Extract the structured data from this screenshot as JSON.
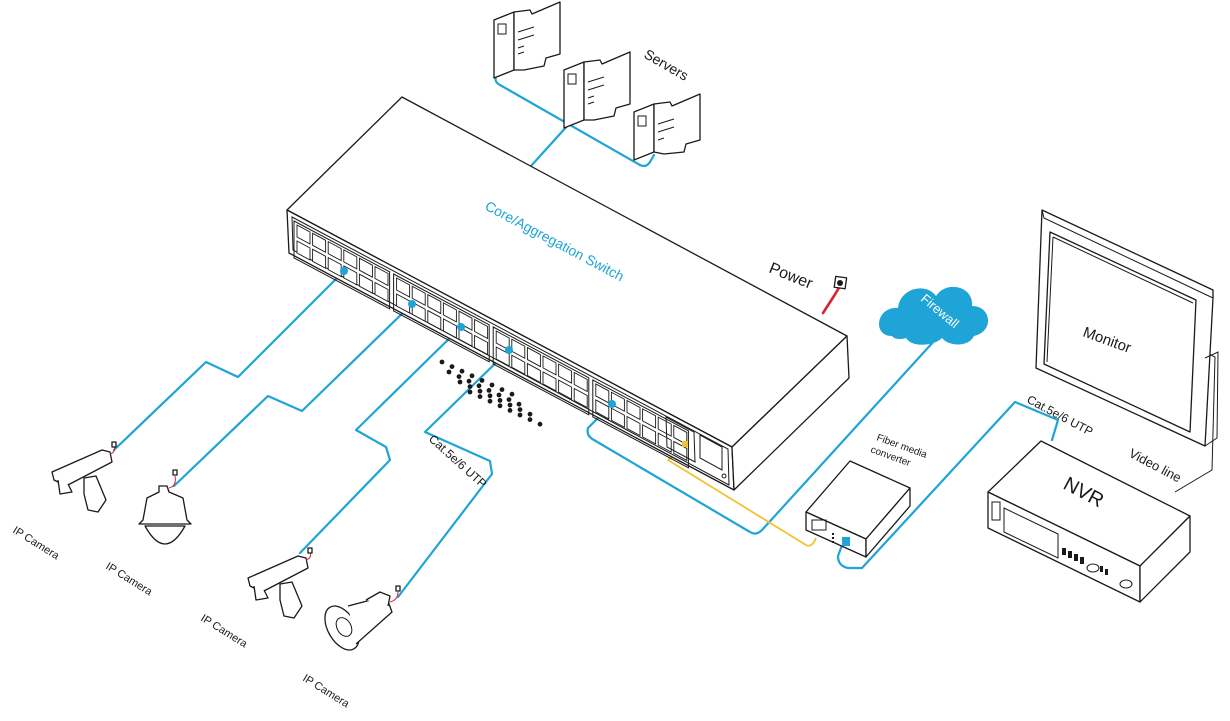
{
  "diagram": {
    "title": "Core/Aggregation Switch network topology",
    "colors": {
      "ethernet_cable": "#1ea4d6",
      "fiber_cable": "#f2c230",
      "power_cable": "#d8232a",
      "firewall_fill": "#1ea4d6",
      "outline": "#1a1a1a",
      "background": "#ffffff"
    },
    "nodes": {
      "switch": {
        "label": "Core/Aggregation Switch",
        "port_count_rj45": 48,
        "sfp_ports": 2
      },
      "servers": {
        "label": "Servers",
        "count": 3
      },
      "power": {
        "label": "Power"
      },
      "firewall": {
        "label": "Firewall"
      },
      "monitor": {
        "label": "Monitor"
      },
      "nvr": {
        "label": "NVR"
      },
      "converter": {
        "label_line1": "Fiber media",
        "label_line2": "converter"
      },
      "cameras": [
        {
          "label": "IP Camera",
          "type": "box-camera"
        },
        {
          "label": "IP Camera",
          "type": "dome-camera"
        },
        {
          "label": "IP Camera",
          "type": "box-camera"
        },
        {
          "label": "IP Camera",
          "type": "bullet-camera"
        }
      ]
    },
    "cable_labels": {
      "utp_cameras": "Cat.5e/6 UTP",
      "utp_nvr": "Cat.5e/6 UTP",
      "video_line": "Video line"
    },
    "links": [
      {
        "from": "switch",
        "to": "servers",
        "medium": "ethernet"
      },
      {
        "from": "switch",
        "to": "camera-1",
        "medium": "ethernet"
      },
      {
        "from": "switch",
        "to": "camera-2",
        "medium": "ethernet"
      },
      {
        "from": "switch",
        "to": "camera-3",
        "medium": "ethernet"
      },
      {
        "from": "switch",
        "to": "camera-4",
        "medium": "ethernet"
      },
      {
        "from": "switch",
        "to": "firewall",
        "medium": "ethernet"
      },
      {
        "from": "switch",
        "to": "fiber-media-converter",
        "medium": "fiber"
      },
      {
        "from": "fiber-media-converter",
        "to": "nvr",
        "medium": "ethernet"
      },
      {
        "from": "nvr",
        "to": "monitor",
        "medium": "video"
      },
      {
        "from": "power-outlet",
        "to": "switch",
        "medium": "power"
      }
    ]
  }
}
